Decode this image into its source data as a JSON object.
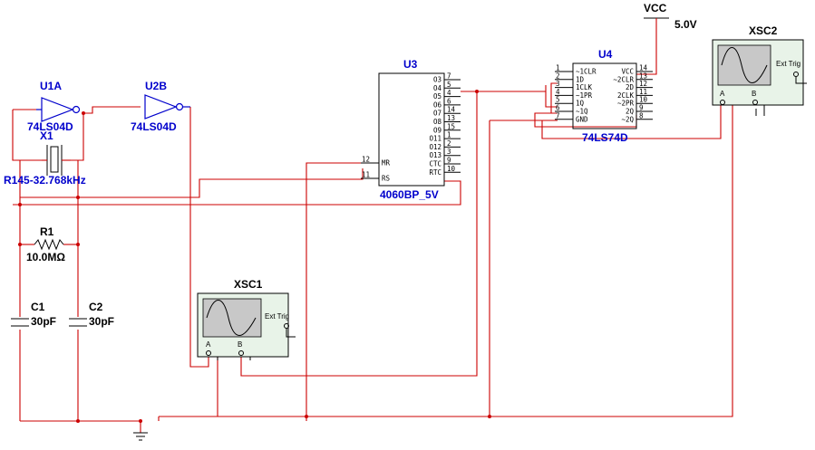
{
  "power": {
    "vcc_label": "VCC",
    "vcc_value": "5.0V"
  },
  "components": {
    "u1a": {
      "ref": "U1A",
      "part": "74LS04D"
    },
    "u2b": {
      "ref": "U2B",
      "part": "74LS04D"
    },
    "x1": {
      "ref": "X1",
      "part": "R145-32.768kHz"
    },
    "r1": {
      "ref": "R1",
      "value": "10.0MΩ"
    },
    "c1": {
      "ref": "C1",
      "value": "30pF"
    },
    "c2": {
      "ref": "C2",
      "value": "30pF"
    },
    "u3": {
      "ref": "U3",
      "part": "4060BP_5V",
      "left_pins": [
        {
          "num": "12",
          "name": "MR"
        },
        {
          "num": "11",
          "name": "RS"
        }
      ],
      "right_pins": [
        {
          "num": "7",
          "name": "O3"
        },
        {
          "num": "5",
          "name": "O4"
        },
        {
          "num": "4",
          "name": "O5"
        },
        {
          "num": "6",
          "name": "O6"
        },
        {
          "num": "14",
          "name": "O7"
        },
        {
          "num": "13",
          "name": "O8"
        },
        {
          "num": "15",
          "name": "O9"
        },
        {
          "num": "1",
          "name": "O11"
        },
        {
          "num": "2",
          "name": "O12"
        },
        {
          "num": "3",
          "name": "O13"
        },
        {
          "num": "9",
          "name": "CTC"
        },
        {
          "num": "10",
          "name": "RTC"
        }
      ]
    },
    "u4": {
      "ref": "U4",
      "part": "74LS74D",
      "left_pins": [
        {
          "num": "1",
          "name": "~1CLR"
        },
        {
          "num": "2",
          "name": "1D"
        },
        {
          "num": "3",
          "name": "1CLK"
        },
        {
          "num": "4",
          "name": "~1PR"
        },
        {
          "num": "5",
          "name": "1Q"
        },
        {
          "num": "6",
          "name": "~1Q"
        },
        {
          "num": "7",
          "name": "GND"
        }
      ],
      "right_pins": [
        {
          "num": "14",
          "name": "VCC"
        },
        {
          "num": "13",
          "name": "~2CLR"
        },
        {
          "num": "12",
          "name": "2D"
        },
        {
          "num": "11",
          "name": "2CLK"
        },
        {
          "num": "10",
          "name": "~2PR"
        },
        {
          "num": "9",
          "name": "2Q"
        },
        {
          "num": "8",
          "name": "~2Q"
        }
      ]
    },
    "xsc1": {
      "ref": "XSC1",
      "ext_trig": "Ext Trig",
      "ch_a": "A",
      "ch_b": "B"
    },
    "xsc2": {
      "ref": "XSC2",
      "ext_trig": "Ext Trig",
      "ch_a": "A",
      "ch_b": "B"
    }
  }
}
